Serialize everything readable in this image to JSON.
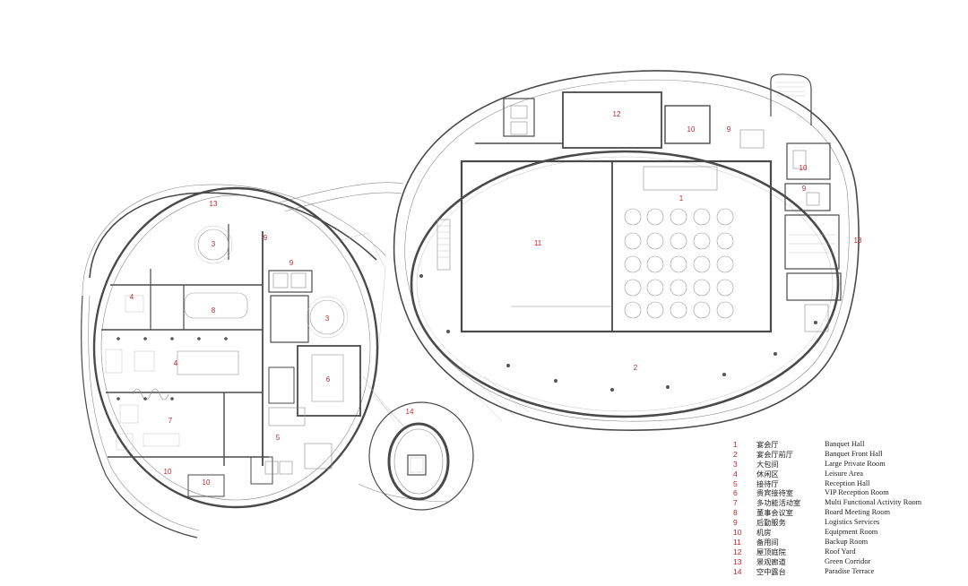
{
  "room_labels": [
    {
      "id": "r1",
      "num": "1"
    },
    {
      "id": "r2",
      "num": "2"
    },
    {
      "id": "r3a",
      "num": "3"
    },
    {
      "id": "r3b",
      "num": "3"
    },
    {
      "id": "r4a",
      "num": "4"
    },
    {
      "id": "r4b",
      "num": "4"
    },
    {
      "id": "r5",
      "num": "5"
    },
    {
      "id": "r6",
      "num": "6"
    },
    {
      "id": "r7",
      "num": "7"
    },
    {
      "id": "r8",
      "num": "8"
    },
    {
      "id": "r9a",
      "num": "9"
    },
    {
      "id": "r9b",
      "num": "9"
    },
    {
      "id": "r9c",
      "num": "9"
    },
    {
      "id": "r9d",
      "num": "9"
    },
    {
      "id": "r10a",
      "num": "10"
    },
    {
      "id": "r10b",
      "num": "10"
    },
    {
      "id": "r10c",
      "num": "10"
    },
    {
      "id": "r10d",
      "num": "10"
    },
    {
      "id": "r11",
      "num": "11"
    },
    {
      "id": "r12",
      "num": "12"
    },
    {
      "id": "r13a",
      "num": "13"
    },
    {
      "id": "r13b",
      "num": "13"
    },
    {
      "id": "r14",
      "num": "14"
    }
  ],
  "legend": [
    {
      "num": "1",
      "zh": "宴会厅",
      "en": "Banquet Hall"
    },
    {
      "num": "2",
      "zh": "宴会厅前厅",
      "en": "Banquet Front Hall"
    },
    {
      "num": "3",
      "zh": "大包间",
      "en": "Large Private Room"
    },
    {
      "num": "4",
      "zh": "休闲区",
      "en": "Leisure Area"
    },
    {
      "num": "5",
      "zh": "接待厅",
      "en": "Reception Hall"
    },
    {
      "num": "6",
      "zh": "贵宾接待室",
      "en": "VIP Reception Room"
    },
    {
      "num": "7",
      "zh": "多功能活动室",
      "en": "Multi Functional Activity Room"
    },
    {
      "num": "8",
      "zh": "董事会议室",
      "en": "Board Meeting Room"
    },
    {
      "num": "9",
      "zh": "后勤服务",
      "en": "Logistics Services"
    },
    {
      "num": "10",
      "zh": "机房",
      "en": "Equipment Room"
    },
    {
      "num": "11",
      "zh": "备用间",
      "en": "Backup Room"
    },
    {
      "num": "12",
      "zh": "屋顶庭院",
      "en": "Roof Yard"
    },
    {
      "num": "13",
      "zh": "景观廊道",
      "en": "Green Corridor"
    },
    {
      "num": "14",
      "zh": "空中露台",
      "en": "Paradise Terrace"
    }
  ]
}
